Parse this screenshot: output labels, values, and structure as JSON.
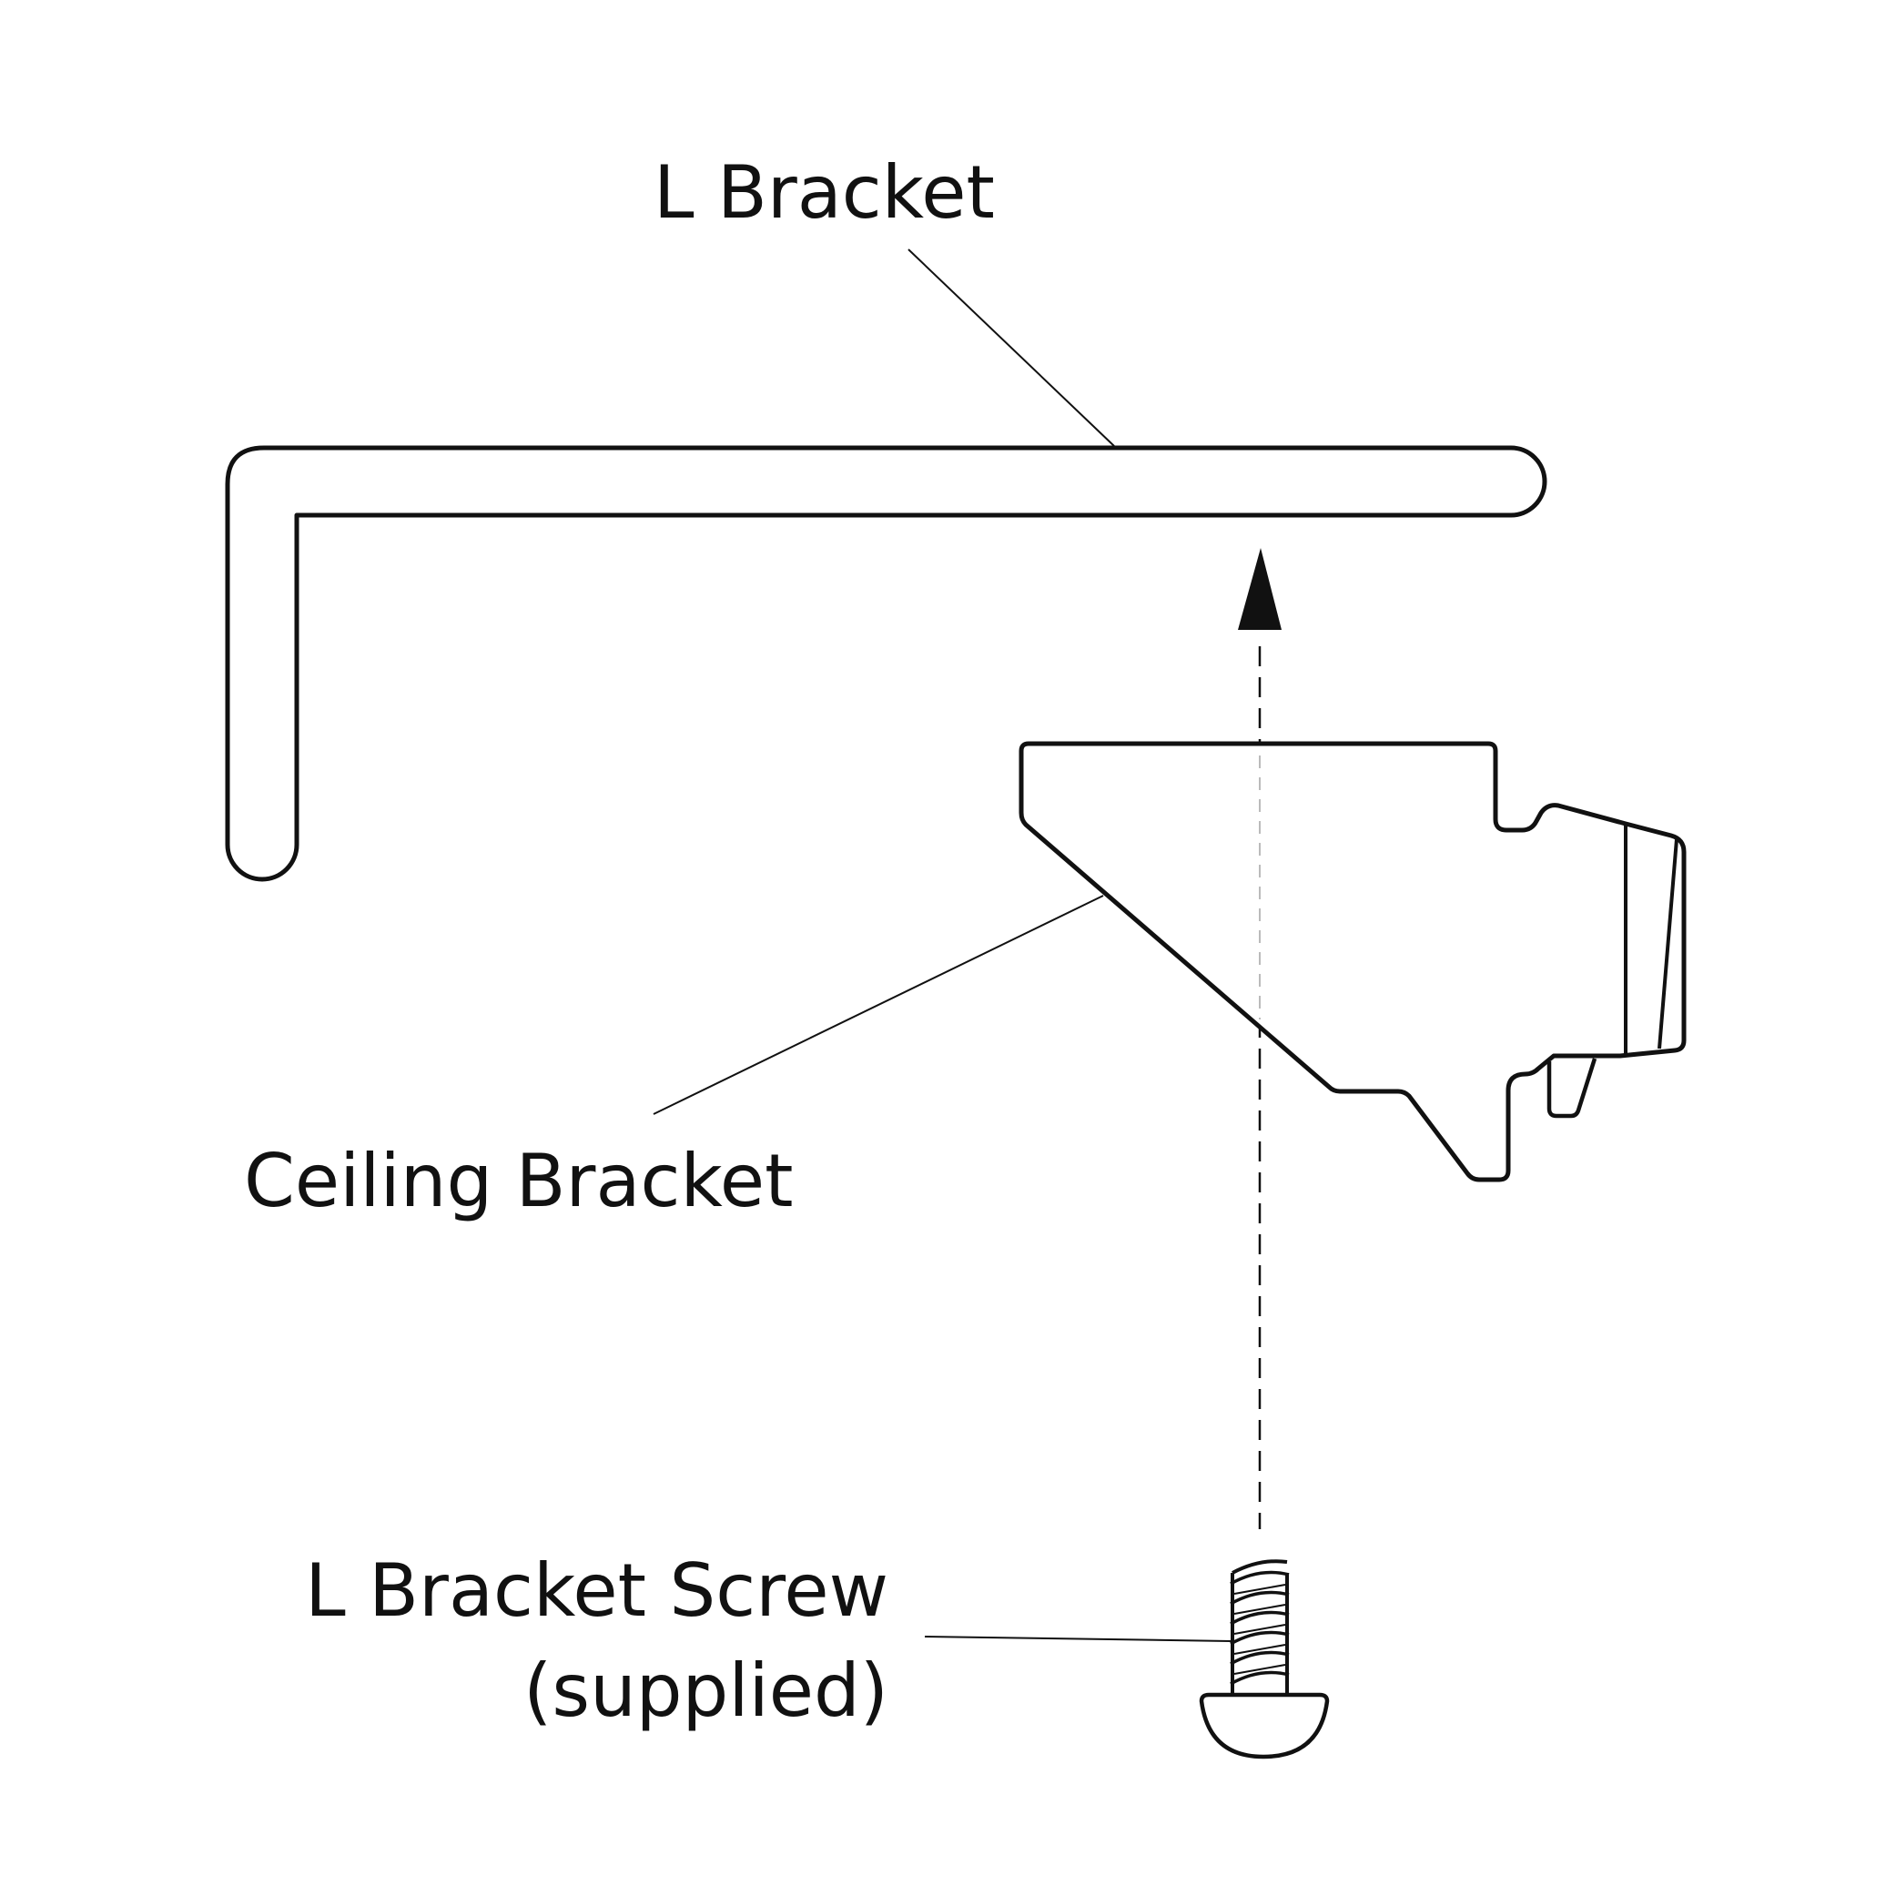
{
  "labels": {
    "l_bracket": "L Bracket",
    "ceiling_bracket": "Ceiling Bracket",
    "screw_line1": "L Bracket Screw",
    "screw_line2": "(supplied)"
  },
  "colors": {
    "stroke": "#111111",
    "background": "#ffffff",
    "guide": "#bbbbbb"
  }
}
